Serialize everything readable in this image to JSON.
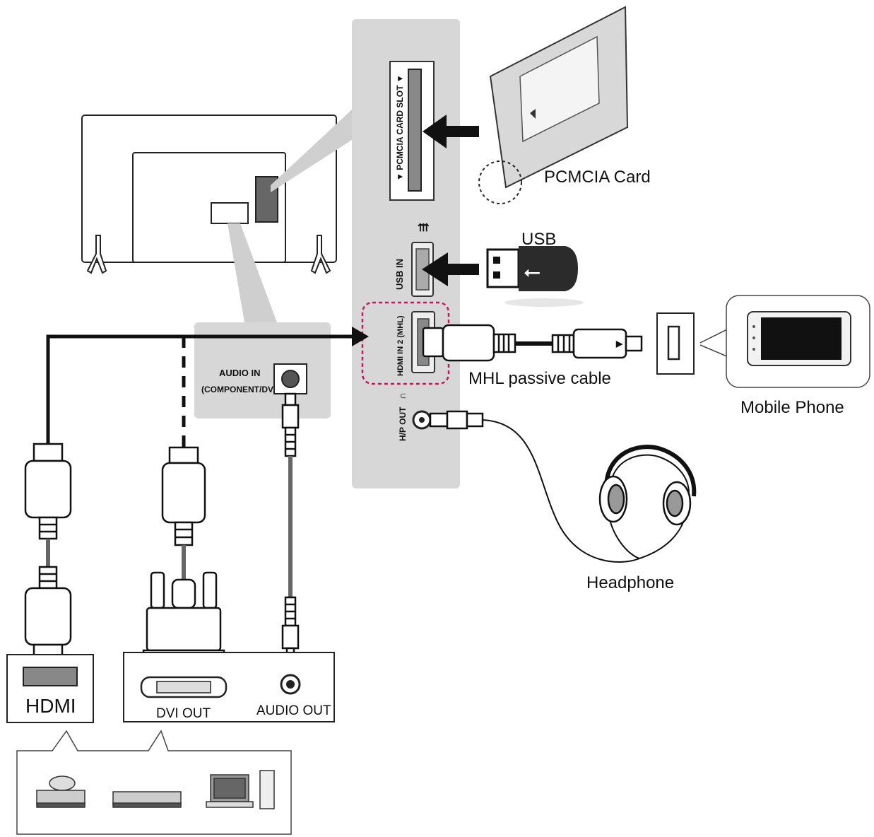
{
  "labels": {
    "pcmcia_card": "PCMCIA Card",
    "usb": "USB",
    "mhl_cable": "MHL passive cable",
    "mobile_phone": "Mobile Phone",
    "headphone": "Headphone",
    "hdmi": "HDMI",
    "dvi_out": "DVI OUT",
    "audio_out": "AUDIO OUT"
  },
  "panel": {
    "pcmcia_slot": "▼ PCMCIA CARD SLOT ▼",
    "usb_in": "USB IN",
    "hdmi_in2": "HDMI IN 2 (MHL)",
    "hp_out": "H/P OUT",
    "audio_in_1": "AUDIO IN",
    "audio_in_2": "(COMPONENT/DVI)"
  },
  "icons": [
    "tv-rear-icon",
    "pcmcia-card-icon",
    "usb-stick-icon",
    "mobile-phone-icon",
    "headphone-icon",
    "hdmi-plug-icon",
    "dvi-plug-icon",
    "audio-plug-icon",
    "dvd-player-icon",
    "set-top-box-icon",
    "pc-icon"
  ],
  "colors": {
    "panel": "#d7d7d7",
    "mhl_highlight": "#c2185b",
    "cable": "#111111"
  }
}
